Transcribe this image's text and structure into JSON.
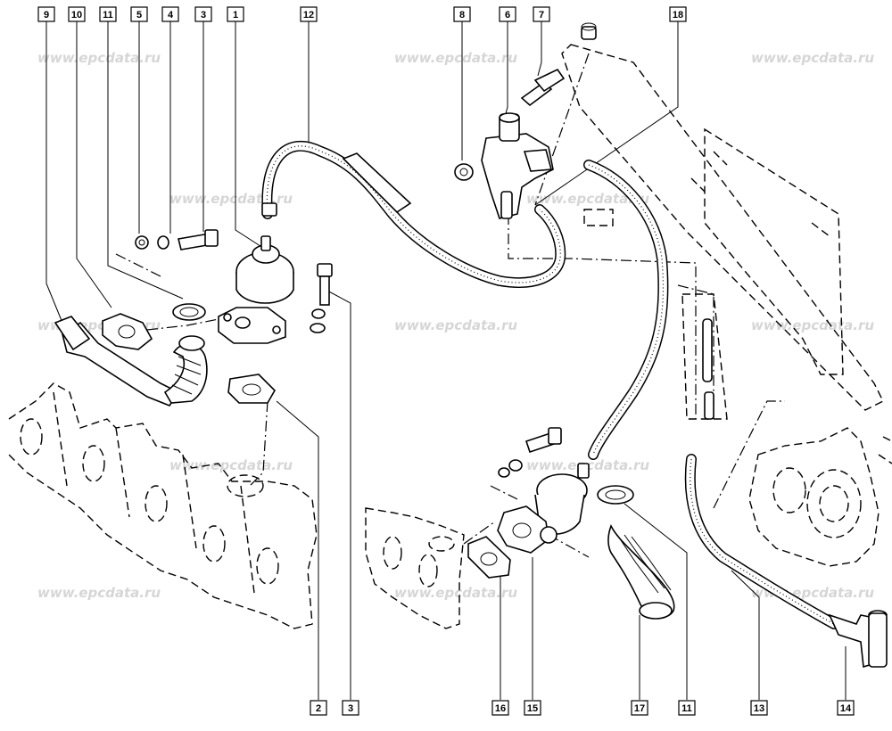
{
  "watermark": "www.epcdata.ru",
  "callouts_top": [
    "9",
    "10",
    "11",
    "5",
    "4",
    "3",
    "1",
    "12",
    "8",
    "6",
    "7",
    "18"
  ],
  "callouts_bottom": [
    "2",
    "3",
    "16",
    "15",
    "17",
    "11",
    "13",
    "14"
  ]
}
